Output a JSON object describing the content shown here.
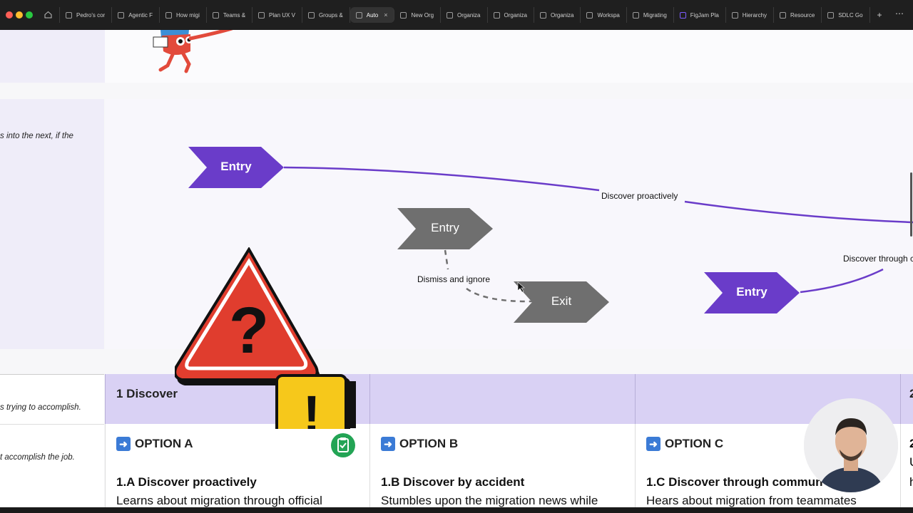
{
  "browser": {
    "tabs": [
      {
        "label": "Pedro's cor"
      },
      {
        "label": "Agentic F"
      },
      {
        "label": "How migi"
      },
      {
        "label": "Teams &"
      },
      {
        "label": "Plan UX V"
      },
      {
        "label": "Groups &"
      },
      {
        "label": "Auto",
        "active": true
      },
      {
        "label": "New Org"
      },
      {
        "label": "Organiza"
      },
      {
        "label": "Organiza"
      },
      {
        "label": "Organiza"
      },
      {
        "label": "Workspa"
      },
      {
        "label": "Migrating"
      },
      {
        "label": "FigJam Pla"
      },
      {
        "label": "Hierarchy"
      },
      {
        "label": "Resource"
      },
      {
        "label": "SDLC Go"
      }
    ],
    "new_tab": "+",
    "close": "×",
    "more": "⋯"
  },
  "flow": {
    "row_label": "s into the next, if the",
    "nodes": {
      "entry_main": "Entry",
      "entry_gray": "Entry",
      "exit": "Exit",
      "entry_right": "Entry"
    },
    "edges": {
      "discover_proactively": "Discover proactively",
      "dismiss_ignore": "Dismiss and ignore",
      "discover_through": "Discover through c"
    }
  },
  "table": {
    "row_labels": [
      "s trying to accomplish.",
      "t accomplish the job."
    ],
    "header": {
      "stage": "1 Discover",
      "next_stage": "2"
    },
    "options": [
      {
        "option": "OPTION A",
        "title": "1.A Discover proactively",
        "desc": "Learns about migration through official"
      },
      {
        "option": "OPTION B",
        "title": "1.B Discover by accident",
        "desc": "Stumbles upon the migration news while"
      },
      {
        "option": "OPTION C",
        "title": "1.C Discover through commun",
        "desc": "Hears about migration from teammates"
      }
    ],
    "next_col_fragments": [
      "2",
      "U",
      "h"
    ]
  },
  "overlay": {
    "question": "?",
    "exclaim": "!"
  },
  "colors": {
    "purple": "#6a3cc9",
    "gray_node": "#6f6f6f",
    "header_lilac": "#d9d1f4",
    "warn_red": "#e03d2e",
    "warn_yellow": "#f6c81b"
  }
}
